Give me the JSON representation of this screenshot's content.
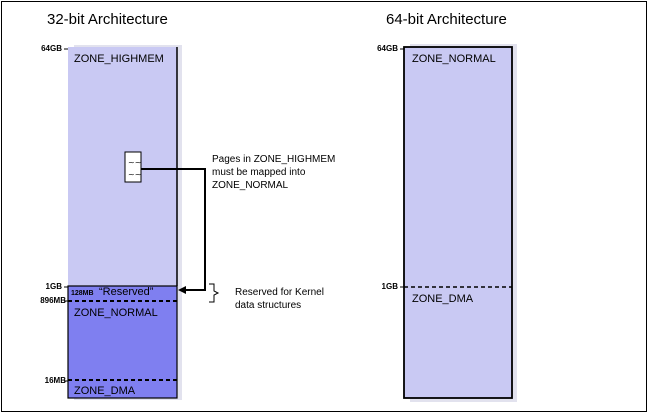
{
  "left_panel": {
    "title": "32-bit Architecture",
    "labels": {
      "top": "64GB",
      "gb1": "1GB",
      "mb896": "896MB",
      "mb16": "16MB"
    },
    "zones": {
      "highmem": "ZONE_HIGHMEM",
      "reserved_small": "128MB",
      "reserved": "“Reserved”",
      "normal": "ZONE_NORMAL",
      "dma": "ZONE_DMA"
    },
    "notes": {
      "highmem_map": "Pages in ZONE_HIGHMEM\nmust be mapped into\nZONE_NORMAL",
      "kernel": "Reserved for Kernel\ndata structures"
    }
  },
  "right_panel": {
    "title": "64-bit Architecture",
    "labels": {
      "top": "64GB",
      "gb1": "1GB"
    },
    "zones": {
      "normal": "ZONE_NORMAL",
      "dma": "ZONE_DMA"
    }
  },
  "colors": {
    "light_zone": "#c9c9f3",
    "dark_zone": "#7f7ff0",
    "shadow": "#e0e0ec"
  }
}
